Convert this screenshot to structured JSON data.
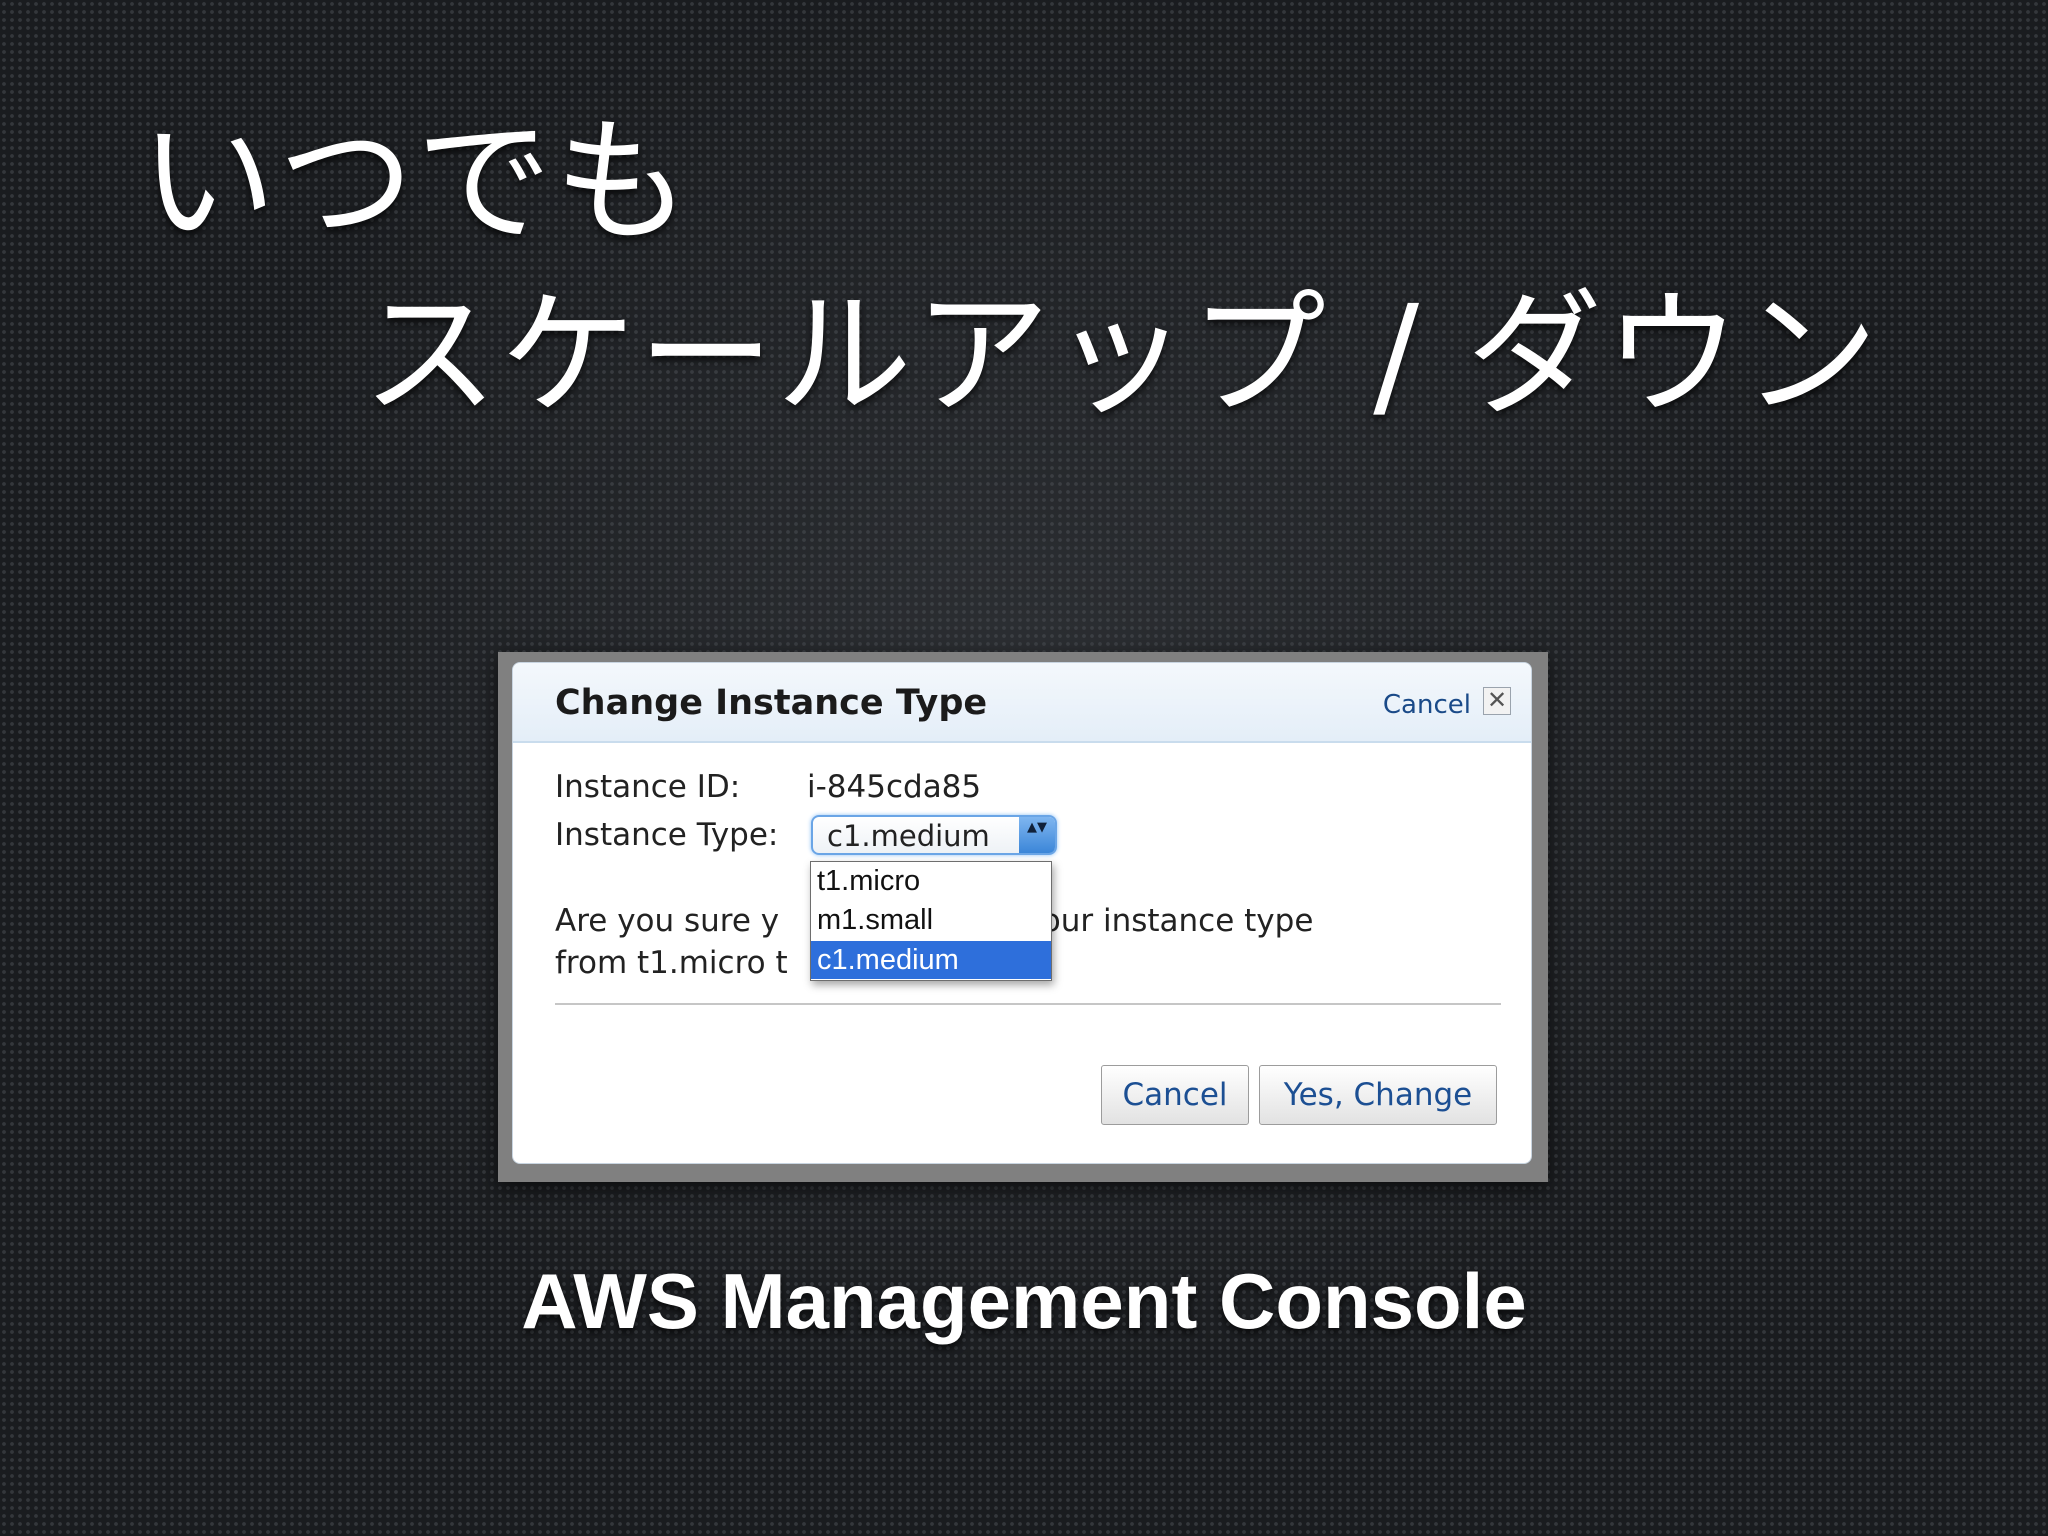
{
  "slide": {
    "title_line1": "いつでも",
    "title_line2": "スケールアップ / ダウン",
    "caption": "AWS Management Console"
  },
  "dialog": {
    "title": "Change Instance Type",
    "header_cancel": "Cancel",
    "close_glyph": "✕",
    "instance_id_label": "Instance ID:",
    "instance_id_value": "i-845cda85",
    "instance_type_label": "Instance Type:",
    "selected_type": "c1.medium",
    "select_arrows": "▲▼",
    "options": [
      "t1.micro",
      "m1.small",
      "c1.medium"
    ],
    "confirm_line1_left": "Are you sure y",
    "confirm_line1_right": "nge your instance type",
    "confirm_line2_left": "from t1.micro t",
    "cancel_button": "Cancel",
    "confirm_button": "Yes, Change"
  },
  "colors": {
    "selection": "#2e6fdb",
    "link": "#1a4a88",
    "button_text": "#1c4f93"
  },
  "icons": {
    "close": "close-icon",
    "select": "chevron-updown-icon"
  }
}
